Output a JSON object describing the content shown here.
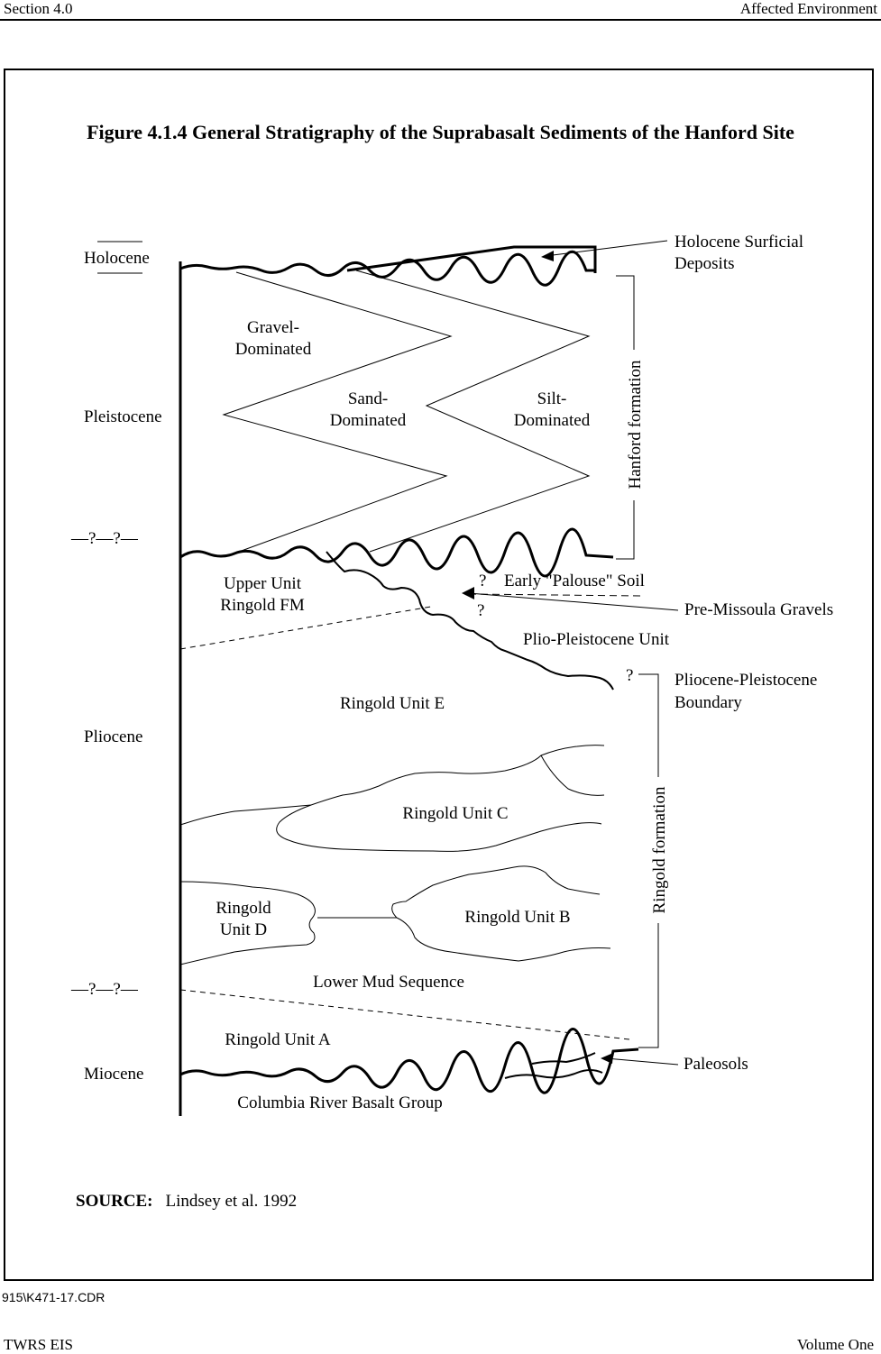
{
  "header": {
    "left": "Section 4.0",
    "right": "Affected Environment"
  },
  "figure": {
    "title": "Figure 4.1.4  General Stratigraphy of the Suprabasalt Sediments of the Hanford Site",
    "epochs": {
      "holocene": "Holocene",
      "pleistocene": "Pleistocene",
      "pliocene": "Pliocene",
      "miocene": "Miocene",
      "uncertain_boundary_upper": "—?—?—",
      "uncertain_boundary_lower": "—?—?—"
    },
    "units": {
      "gravel_line1": "Gravel-",
      "gravel_line2": "Dominated",
      "sand_line1": "Sand-",
      "sand_line2": "Dominated",
      "silt_line1": "Silt-",
      "silt_line2": "Dominated",
      "upper_unit_line1": "Upper Unit",
      "upper_unit_line2": "Ringold FM",
      "ringold_e": "Ringold Unit E",
      "ringold_c": "Ringold Unit C",
      "ringold_d_line1": "Ringold",
      "ringold_d_line2": "Unit D",
      "ringold_b": "Ringold Unit B",
      "lower_mud": "Lower Mud Sequence",
      "ringold_a": "Ringold Unit A",
      "basalt": "Columbia River Basalt Group"
    },
    "callouts": {
      "holocene_surficial_line1": "Holocene Surficial",
      "holocene_surficial_line2": "Deposits",
      "early_palouse": "Early \"Palouse\" Soil",
      "pre_missoula": "Pre-Missoula Gravels",
      "plio_pleistocene_unit": "Plio-Pleistocene Unit",
      "plio_boundary_line1": "Pliocene-Pleistocene",
      "plio_boundary_line2": "Boundary",
      "paleosols": "Paleosols",
      "question_mark": "?"
    },
    "formations": {
      "hanford": "Hanford formation",
      "ringold": "Ringold formation"
    },
    "source_label": "SOURCE:",
    "source_text": "Lindsey et al. 1992"
  },
  "file_ref": "915\\K471-17.CDR",
  "footer": {
    "left": "TWRS EIS",
    "right": "Volume One"
  }
}
